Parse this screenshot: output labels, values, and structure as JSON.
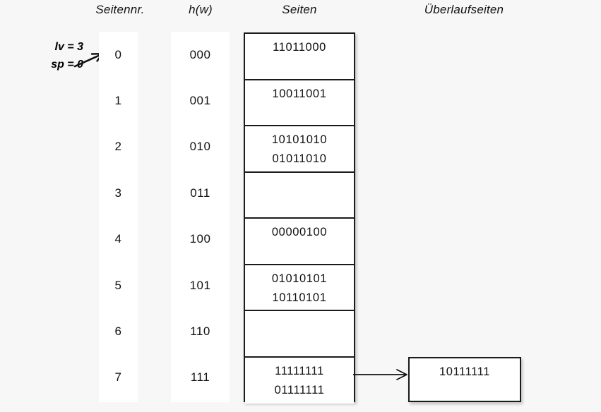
{
  "headers": {
    "seitennr": "Seitennr.",
    "hw": "h(w)",
    "seiten": "Seiten",
    "ueberlaufseiten": "Überlaufseiten"
  },
  "params": {
    "lv": "lv = 3",
    "sp": "sp = 0",
    "pointer_icon": "arrow-right-icon"
  },
  "colors": {
    "background": "#f7f7f7",
    "cell_background": "#ffffff",
    "border": "#1b1b1b",
    "text": "#111111"
  },
  "rows": [
    {
      "seitennr": "0",
      "hw": "000",
      "entries": [
        "11011000"
      ]
    },
    {
      "seitennr": "1",
      "hw": "001",
      "entries": [
        "10011001"
      ]
    },
    {
      "seitennr": "2",
      "hw": "010",
      "entries": [
        "10101010",
        "01011010"
      ]
    },
    {
      "seitennr": "3",
      "hw": "011",
      "entries": []
    },
    {
      "seitennr": "4",
      "hw": "100",
      "entries": [
        "00000100"
      ]
    },
    {
      "seitennr": "5",
      "hw": "101",
      "entries": [
        "01010101",
        "10110101"
      ]
    },
    {
      "seitennr": "6",
      "hw": "110",
      "entries": []
    },
    {
      "seitennr": "7",
      "hw": "111",
      "entries": [
        "11111111",
        "01111111"
      ]
    }
  ],
  "overflow": {
    "arrow_icon": "arrow-right-icon",
    "from_row": "7",
    "entries": [
      "10111111"
    ]
  }
}
